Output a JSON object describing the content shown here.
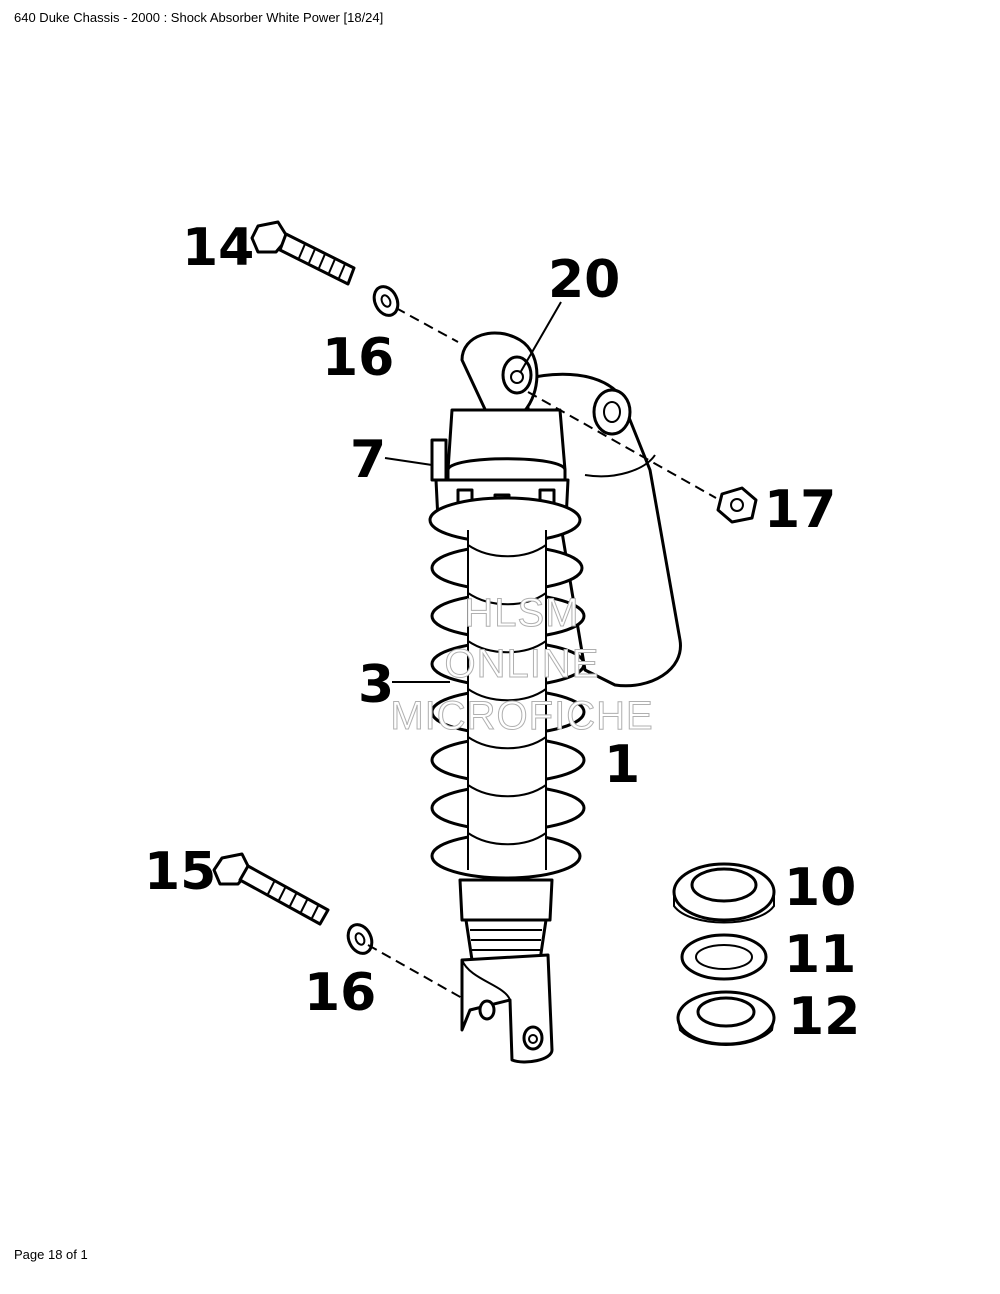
{
  "header": {
    "title": "640 Duke Chassis - 2000 : Shock Absorber White Power [18/24]"
  },
  "footer": {
    "page": "Page 18 of 1"
  },
  "watermark": {
    "line1": "HLSM",
    "line2": "ONLINE",
    "line3": "MICROFICHE"
  },
  "callouts": {
    "c14": "14",
    "c16a": "16",
    "c20": "20",
    "c7": "7",
    "c17": "17",
    "c3": "3",
    "c1": "1",
    "c15": "15",
    "c16b": "16",
    "c10": "10",
    "c11": "11",
    "c12": "12"
  }
}
